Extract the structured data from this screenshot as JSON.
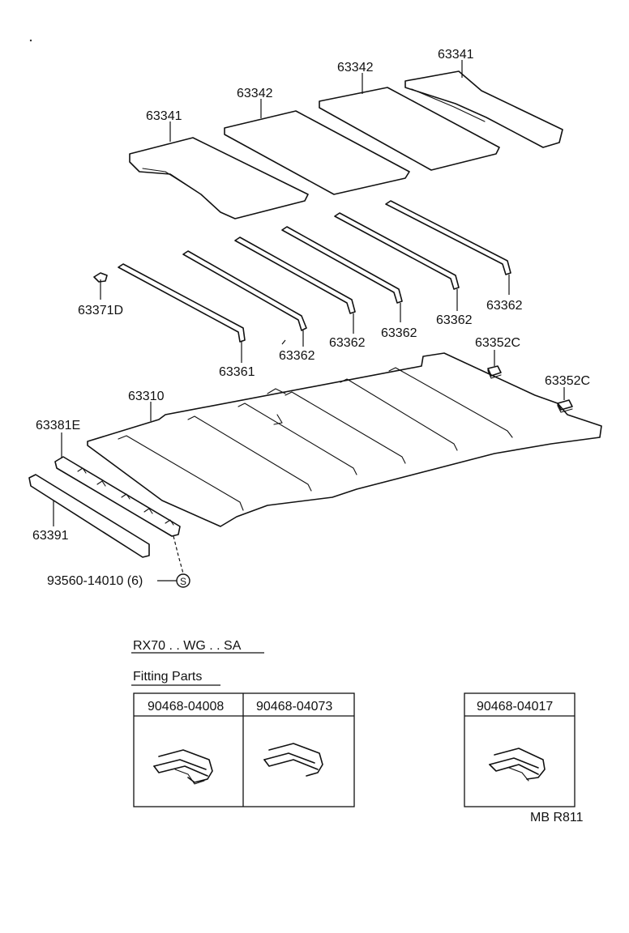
{
  "callouts": {
    "p63341_left": "63341",
    "p63342_left": "63342",
    "p63342_right": "63342",
    "p63341_right": "63341",
    "p63371d": "63371D",
    "p63361": "63361",
    "p63362_a": "63362",
    "p63362_b": "63362",
    "p63362_c": "63362",
    "p63362_d": "63362",
    "p63362_e": "63362",
    "p63352c_a": "63352C",
    "p63352c_b": "63352C",
    "p63310": "63310",
    "p63381e": "63381E",
    "p63391": "63391",
    "screw": "93560-14010 (6)",
    "screw_symbol": "S"
  },
  "model_line": "RX70 . . WG . . SA",
  "fitting_parts": {
    "title": "Fitting Parts",
    "parts": [
      "90468-04008",
      "90468-04073",
      "90468-04017"
    ]
  },
  "figure_code": "MB R811"
}
